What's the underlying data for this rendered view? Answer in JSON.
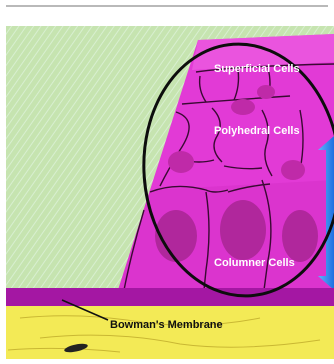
{
  "labels": {
    "superficial": "Superficial Cells",
    "polyhedral": "Polyhedral Cells",
    "columnar": "Columner Cells",
    "bowman": "Bowman's Membrane"
  },
  "colors": {
    "background": "#ffffff",
    "stripes": "#c6e4b0",
    "stripe_line": "#d8efd0",
    "tissue": "#e23ad6",
    "tissue_dark": "#c92cbf",
    "nucleus": "#bf2aa8",
    "membrane_band": "#a417a3",
    "basement": "#f3ea56",
    "outline": "#0d0d0d",
    "arrow": "#2a8ef0",
    "label_text": "#ffffff",
    "bowman_text": "#101010"
  }
}
